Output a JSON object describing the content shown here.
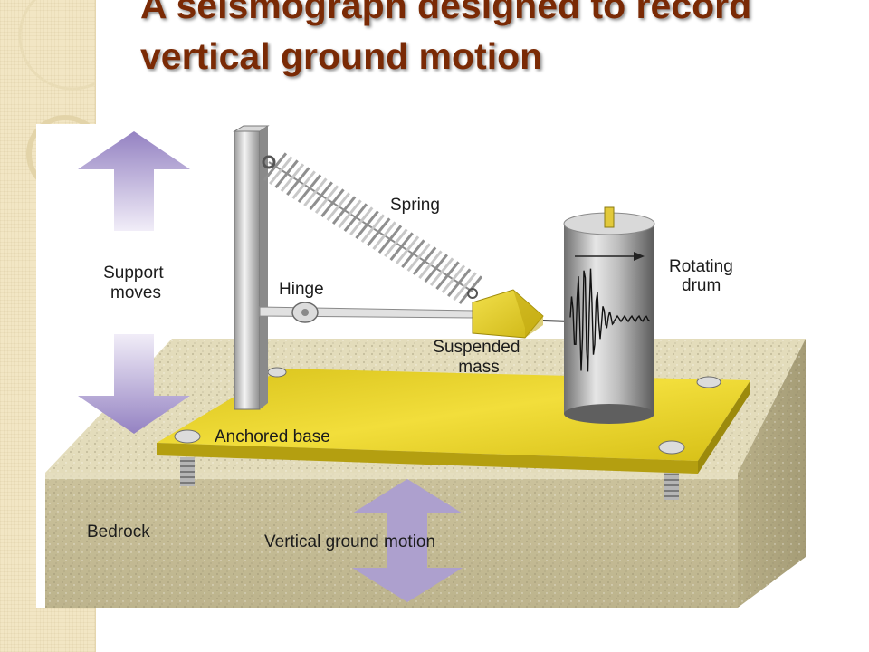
{
  "slide": {
    "title": "A seismograph designed to record vertical ground motion"
  },
  "diagram": {
    "labels": {
      "support_moves": [
        "Support",
        "moves"
      ],
      "spring": "Spring",
      "hinge": "Hinge",
      "rotating_drum": [
        "Rotating",
        "drum"
      ],
      "suspended_mass": [
        "Suspended",
        "mass"
      ],
      "anchored_base": "Anchored base",
      "bedrock": "Bedrock",
      "vertical_ground_motion": "Vertical ground motion"
    },
    "colors": {
      "title": "#7a2a05",
      "arrow": "#9c8bc4",
      "base_plate": "#e8d21a",
      "bedrock": "#d9d1ae"
    }
  }
}
